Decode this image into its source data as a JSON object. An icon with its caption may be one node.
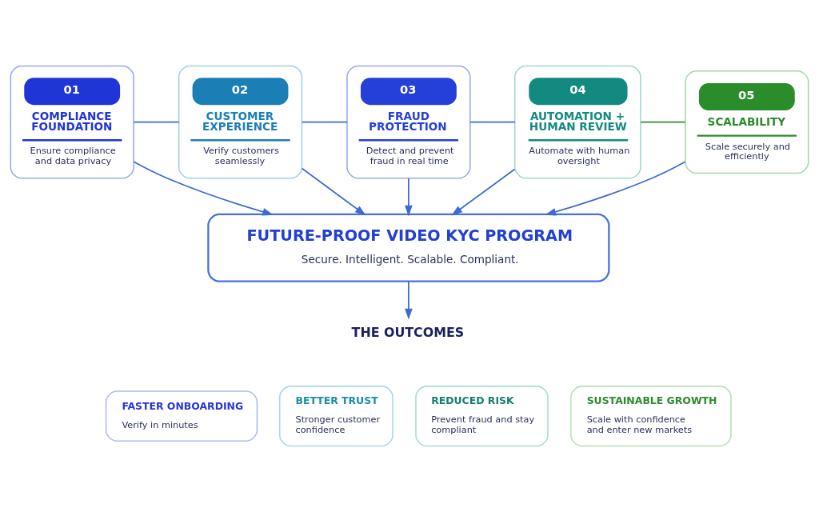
{
  "diagram": {
    "nodes": [
      {
        "text": [
          "01",
          "COMPLIANCE FOUNDATION",
          "Ensure compliance and data privacy"
        ]
      },
      {
        "text": [
          "02",
          "CUSTOMER EXPERIENCE",
          "Verify customers seamlessly"
        ]
      },
      {
        "text": [
          "03",
          "FRAUD PROTECTION",
          "Detect and prevent fraud in real time"
        ]
      },
      {
        "text": [
          "04",
          "AUTOMATION + HUMAN REVIEW",
          "Automate with human oversight"
        ]
      },
      {
        "text": [
          "05",
          "SCALABILITY",
          "Scale securely and efficiently"
        ]
      },
      {
        "text": [
          "FUTURE-PROOF VIDEO KYC PROGRAM",
          "Secure. Intelligent. Scalable. Compliant."
        ]
      },
      {
        "text": [
          "THE OUTCOMES"
        ]
      },
      {
        "text": [
          "FASTER ONBOARDING",
          "Verify in minutes"
        ]
      },
      {
        "text": [
          "BETTER TRUST",
          "Stronger customer confidence"
        ]
      },
      {
        "text": [
          "REDUCED RISK",
          "Prevent fraud and stay compliant"
        ]
      },
      {
        "text": [
          "SUSTAINABLE GROWTH",
          "Scale with confidence and enter new markets"
        ]
      }
    ],
    "edges": [
      {
        "from": 0,
        "to": 1,
        "arrow": "none"
      },
      {
        "from": 1,
        "to": 2,
        "arrow": "none"
      },
      {
        "from": 2,
        "to": 3,
        "arrow": "none"
      },
      {
        "from": 3,
        "to": 4,
        "arrow": "none",
        "color": "#2e8b3e"
      },
      {
        "from": 0,
        "to": 5,
        "arrow": "to"
      },
      {
        "from": 1,
        "to": 5,
        "arrow": "to"
      },
      {
        "from": 2,
        "to": 5,
        "arrow": "to"
      },
      {
        "from": 3,
        "to": 5,
        "arrow": "to"
      },
      {
        "from": 4,
        "to": 5,
        "arrow": "to"
      },
      {
        "from": 5,
        "to": 6,
        "arrow": "to"
      }
    ]
  }
}
